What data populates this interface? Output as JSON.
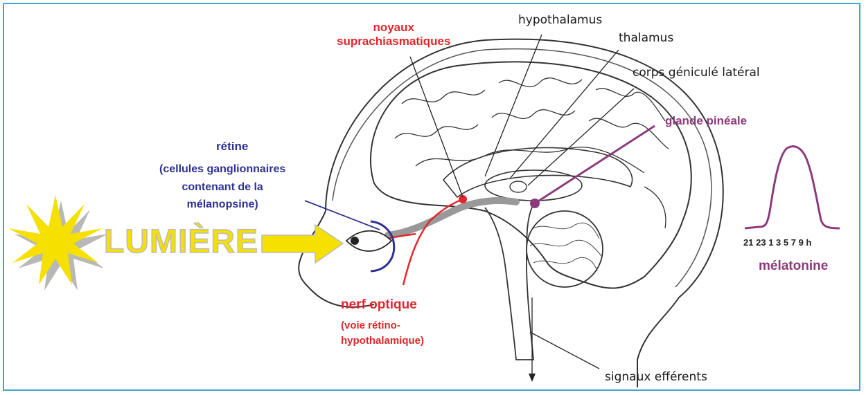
{
  "labels": {
    "noyaux": "noyaux\nsuprachiasmatiques",
    "hypothalamus": "hypothalamus",
    "thalamus": "thalamus",
    "corps": "corps géniculé latéral",
    "glande": "glande pinéale",
    "retine_title": "rétine",
    "retine_sub": "(cellules ganglionnaires\ncontenant de la\nmélanopsine)",
    "lumiere": "LUMIÈRE",
    "nerf": "nerf optique",
    "voie": "(voie rétino-\nhypothalamique)",
    "signaux": "signaux efférents",
    "melatonine": "mélatonine"
  },
  "chart_data": {
    "type": "line",
    "categories": [
      "21",
      "23",
      "1",
      "3",
      "5",
      "7",
      "9 h"
    ],
    "series": [
      {
        "values": [
          0.02,
          0.08,
          0.9,
          1.0,
          0.7,
          0.1,
          0.02
        ]
      }
    ],
    "xlabel": "mélatonine",
    "grid": false
  },
  "colors": {
    "red": "#e2262b",
    "blue": "#2e3192",
    "purple": "#8b3a7c",
    "yellow": "#f6e000",
    "frame": "#3fa7c9"
  }
}
